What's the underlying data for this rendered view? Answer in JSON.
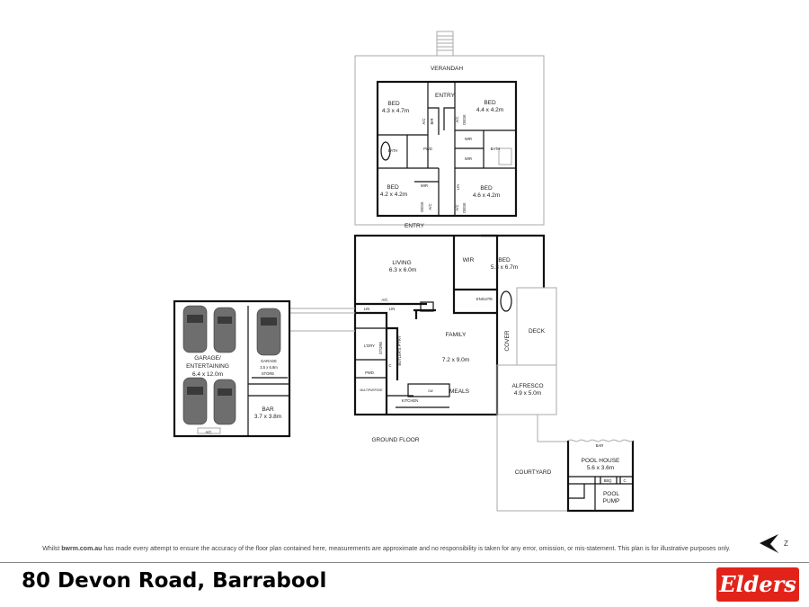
{
  "plan": {
    "floor_label": "GROUND FLOOR",
    "upper": {
      "verandah": "VERANDAH",
      "entry_top": "ENTRY",
      "entry_bottom": "ENTRY",
      "bed1": {
        "name": "BED",
        "size": "4.3 x 4.7m"
      },
      "bed2": {
        "name": "BED",
        "size": "4.4 x 4.2m"
      },
      "bed3": {
        "name": "BED",
        "size": "4.2 x 4.2m"
      },
      "bed4": {
        "name": "BED",
        "size": "4.6 x 4.2m"
      },
      "bath_left": "BATH",
      "pwd": "PWD",
      "wir_1": "WIR",
      "wir_2": "WIR",
      "wir_3": "WIR",
      "bath_right": "BATH",
      "ac_1": "A/C",
      "bir": "BIR",
      "ac_2": "A/C",
      "desk_1": "DESK",
      "desk_2": "DESK",
      "ac_3": "A/C",
      "lin": "LIN",
      "ac_4": "A/C",
      "desk_3": "DESK"
    },
    "main": {
      "living": {
        "name": "LIVING",
        "size": "6.3 x 6.0m"
      },
      "wir": "WIR",
      "master_bed": {
        "name": "BED",
        "size": "5.3 x 6.7m"
      },
      "ensuite": "ENSUITE",
      "ac": "A/C",
      "lin_1": "LIN",
      "lin_2": "LIN",
      "family": {
        "name": "FAMILY",
        "size": "7.2 x 9.0m"
      },
      "meals": "MEALS",
      "kitchen": "KITCHEN",
      "laundry": "L'DRY",
      "store": "STORE",
      "butlers": "BUTLER'S P'TRY",
      "pwd": "PWD",
      "multipurpose": "MULTIPURPOSE",
      "c": "C",
      "dw": "DW",
      "cover": "COVER",
      "deck": "DECK",
      "alfresco": {
        "name": "ALFRESCO",
        "size": "4.9 x 5.0m"
      },
      "courtyard": "COURTYARD"
    },
    "pool": {
      "bar": "BAR",
      "pool_house": {
        "name": "POOL HOUSE",
        "size": "5.6 x 3.6m"
      },
      "bbq": "BBQ",
      "c": "C",
      "pump_1": "POOL",
      "pump_2": "PUMP"
    },
    "garage": {
      "main_1": "GARAGE/",
      "main_2": "ENTERTAINING",
      "main_size": "6.4 x 12.0m",
      "single": "GARAGE",
      "single_size": "3.5 x 6.8m",
      "store": "STORE",
      "bar": {
        "name": "BAR",
        "size": "3.7 x 3.8m"
      },
      "ac": "A/C"
    },
    "compass": "Z"
  },
  "footer": {
    "disclaimer_pre": "Whilst ",
    "disclaimer_site": "bwrm.com.au",
    "disclaimer_post": " has made every attempt to ensure the accuracy of the floor plan contained here, measurements are approximate and no responsibility is taken for any error, omission, or mis-statement. This plan is for illustrative purposes only.",
    "address": "80 Devon Road, Barrabool",
    "logo_text": "Elders",
    "logo_color": "#e2231a"
  }
}
